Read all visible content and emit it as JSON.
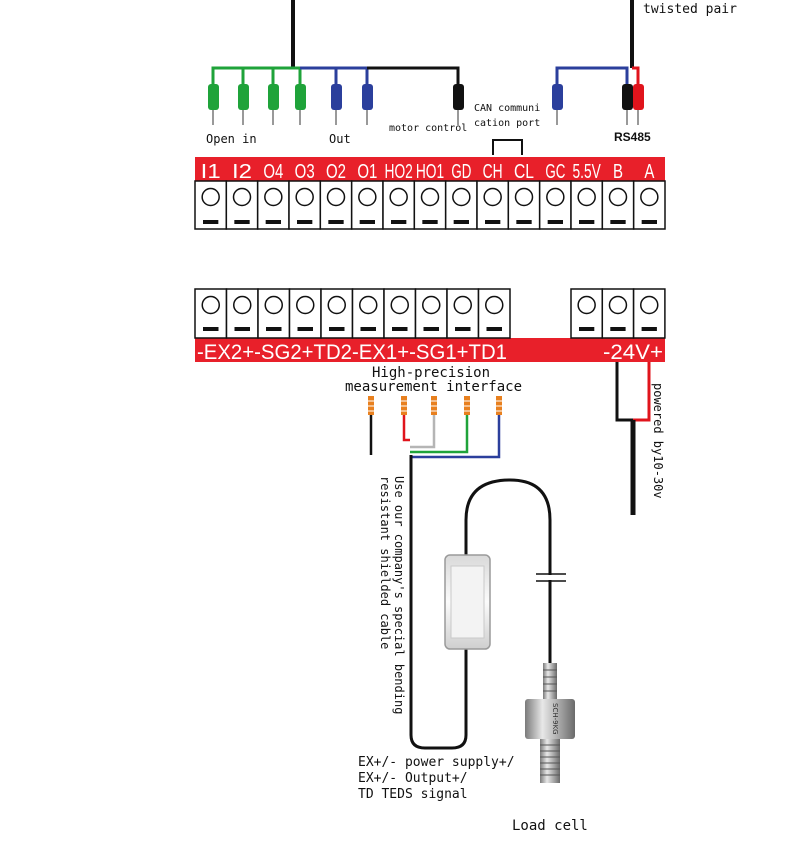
{
  "top_labels": {
    "twisted_pair": "twisted pair",
    "open_in": "Open in",
    "out": "Out",
    "motor_control": "motor control",
    "can_line1": "CAN communi",
    "can_line2": "cation port",
    "rs485": "RS485"
  },
  "top_terminals": [
    "I1",
    "I2",
    "O4",
    "O3",
    "O2",
    "O1",
    "HO2",
    "HO1",
    "GD",
    "CH",
    "CL",
    "GC",
    "5.5V",
    "B",
    "A"
  ],
  "bottom_terminals_left": [
    "-EX2+",
    "-SG2+",
    "TD2",
    "-EX1+",
    "-SG1+",
    "TD1"
  ],
  "bottom_terminals_right": "-24V+",
  "bottom_labels": {
    "hp_line1": "High-precision",
    "hp_line2": "measurement interface",
    "powered": "powered by10-30v",
    "cable_line1": "Use our company's special bending",
    "cable_line2": "resistant shielded cable",
    "legend_line1": "EX+/- power supply+/",
    "legend_line2": "EX+/- Output+/",
    "legend_line3": "TD TEDS signal",
    "load_cell": "Load cell",
    "sensor_marking": "SCH-9KG"
  },
  "colors": {
    "terminal_bar": "#e8202a",
    "wire_green": "#1fa33a",
    "wire_blue": "#2b3f9c",
    "wire_red": "#e0141c",
    "wire_black": "#111111",
    "wire_grey": "#b5b5b5",
    "pin_orange": "#e8801f"
  }
}
